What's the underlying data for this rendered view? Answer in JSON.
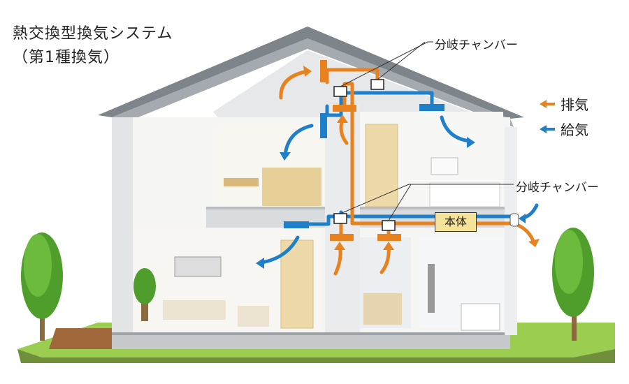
{
  "title": {
    "line1": "熱交換型換気システム",
    "line2": "（第1種換気）"
  },
  "callouts": {
    "chamber_top": "分岐チャンバー",
    "chamber_mid": "分岐チャンバー"
  },
  "legend": {
    "exhaust": "排気",
    "supply": "給気"
  },
  "unit_label": "本体",
  "colors": {
    "exhaust": "#e8821e",
    "supply": "#1f7fc8",
    "roof": "#8a9096",
    "wall": "#f4f4f2",
    "grass": "#8cc63f",
    "tree": "#5aa832",
    "floor_wood": "#e2c58a"
  }
}
